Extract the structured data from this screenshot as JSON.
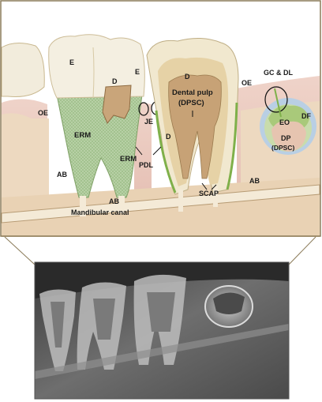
{
  "labels": {
    "E1": "E",
    "E2": "E",
    "D1": "D",
    "D2": "D",
    "D3": "D",
    "OE1": "OE",
    "OE2": "OE",
    "ERM1": "ERM",
    "ERM2": "ERM",
    "JE": "JE",
    "PDL": "PDL",
    "AB1": "AB",
    "AB2": "AB",
    "AB3": "AB",
    "SCAP": "SCAP",
    "dental_pulp": "Dental pulp",
    "dpsc1": "(DPSC)",
    "gc_dl": "GC & DL",
    "DF": "DF",
    "EO": "EO",
    "DP": "DP",
    "dpsc2": "(DPSC)",
    "mandibular_canal": "Mandibular canal"
  },
  "colors": {
    "frame": "#8a7a58",
    "gum": "#e9c9c0",
    "bone": "#eddcc4",
    "enamel": "#f3efe0",
    "dentin": "#ecdcb8",
    "pulp": "#c9a57a",
    "erm_green": "#9fc08a",
    "green_line": "#7fb04a",
    "follicle_blue": "#b9cfe4"
  }
}
